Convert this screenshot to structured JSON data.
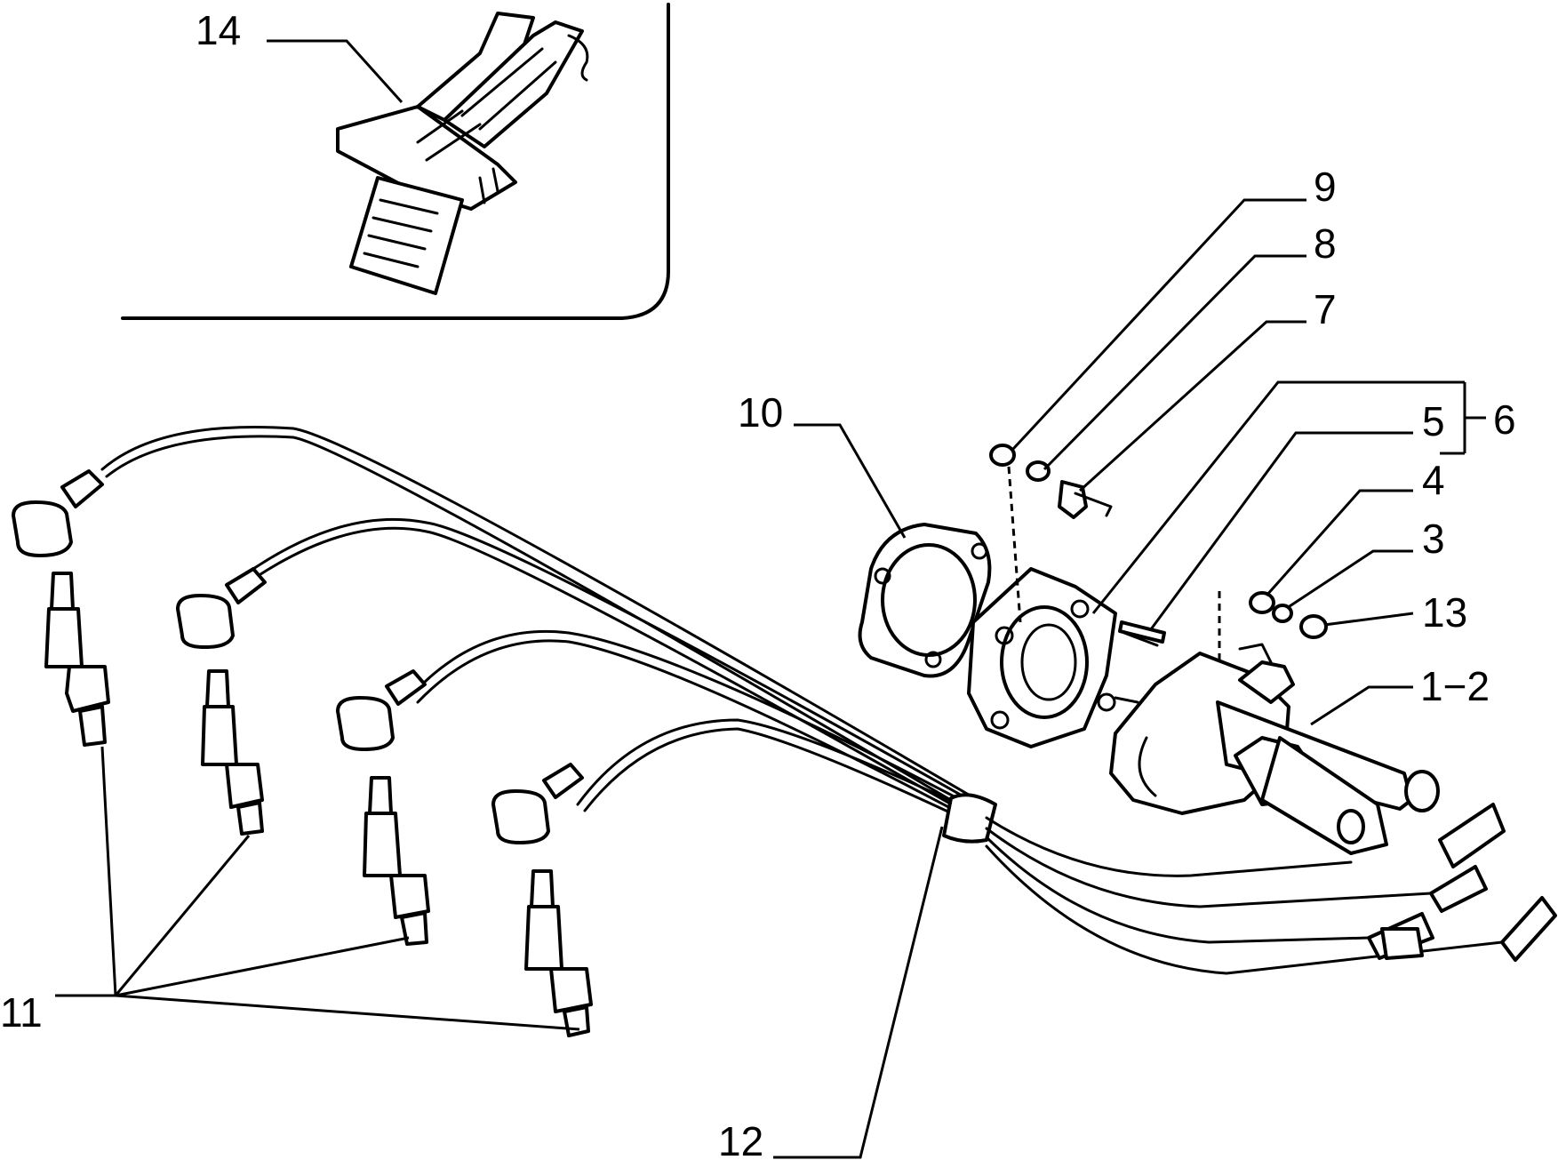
{
  "callouts": {
    "c1_2": "1−2",
    "c3": "3",
    "c4": "4",
    "c5": "5",
    "c6": "6",
    "c7": "7",
    "c8": "8",
    "c9": "9",
    "c10": "10",
    "c11": "11",
    "c12": "12",
    "c13": "13",
    "c14": "14"
  },
  "icons": {
    "inset_connector": "wiring-connector-icon",
    "distributor": "ignition-distributor-icon",
    "spark_plug": "spark-plug-icon",
    "plug_cap": "spark-plug-cap-icon"
  }
}
